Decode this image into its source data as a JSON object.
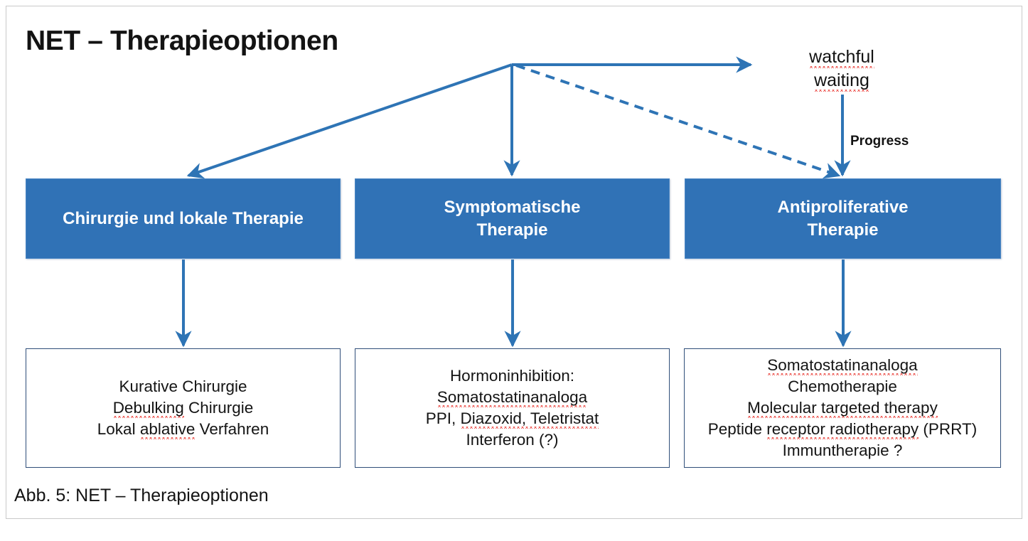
{
  "title": "NET – Therapieoptionen",
  "caption": "Abb. 5: NET – Therapieoptionen",
  "watchful_waiting": {
    "line1": "watchful",
    "line2": "waiting"
  },
  "progress_label": "Progress",
  "colors": {
    "box_blue": "#3072B6",
    "box_blue_border": "#4a86c4",
    "arrow_blue": "#2E74B5",
    "white_box_border": "#2F4E79",
    "frame_border": "#c9c9c9",
    "text_dark": "#131313",
    "spellcheck_red": "#e8302a"
  },
  "columns": [
    {
      "id": "surgery",
      "header": [
        "Chirurgie und lokale Therapie"
      ],
      "details": [
        {
          "text": "Kurative Chirurgie",
          "spell_error": false
        },
        {
          "text": "Debulking Chirurgie",
          "spell_error": true,
          "error_word": "Debulking"
        },
        {
          "text": "Lokal ablative Verfahren",
          "spell_error": true,
          "error_word": "ablative"
        }
      ]
    },
    {
      "id": "symptomatic",
      "header": [
        "Symptomatische",
        "Therapie"
      ],
      "details": [
        {
          "text": "Hormoninhibition:",
          "spell_error": false
        },
        {
          "text": "Somatostatinanaloga",
          "spell_error": true,
          "error_word": "Somatostatinanaloga"
        },
        {
          "text": "PPI, Diazoxid, Teletristat",
          "spell_error": true,
          "error_word": "Diazoxid, Teletristat"
        },
        {
          "text": "Interferon (?)",
          "spell_error": false
        }
      ]
    },
    {
      "id": "antiproliferative",
      "header": [
        "Antiproliferative",
        "Therapie"
      ],
      "details": [
        {
          "text": "Somatostatinanaloga",
          "spell_error": true,
          "error_word": "Somatostatinanaloga"
        },
        {
          "text": "Chemotherapie",
          "spell_error": false
        },
        {
          "text": "Molecular targeted therapy",
          "spell_error": true,
          "error_word": "Molecular targeted therapy"
        },
        {
          "text": "Peptide receptor radiotherapy (PRRT)",
          "spell_error": true,
          "error_word": "receptor radiotherapy"
        },
        {
          "text": "Immuntherapie ?",
          "spell_error": false
        }
      ]
    }
  ],
  "connectors": [
    {
      "id": "hub-to-surgery",
      "style": "solid",
      "from": "hub",
      "to": "surgery-box"
    },
    {
      "id": "hub-to-symptomatic",
      "style": "solid",
      "from": "hub",
      "to": "symptomatic-box"
    },
    {
      "id": "hub-to-watchful-waiting",
      "style": "solid",
      "from": "hub",
      "to": "watchful-waiting"
    },
    {
      "id": "hub-to-antiproliferative",
      "style": "dashed",
      "from": "hub",
      "to": "antiproliferative-box"
    },
    {
      "id": "watchful-waiting-to-antiproliferative",
      "style": "solid",
      "label": "Progress"
    },
    {
      "id": "surgery-box-to-details",
      "style": "solid"
    },
    {
      "id": "symptomatic-box-to-details",
      "style": "solid"
    },
    {
      "id": "antiproliferative-box-to-details",
      "style": "solid"
    }
  ]
}
